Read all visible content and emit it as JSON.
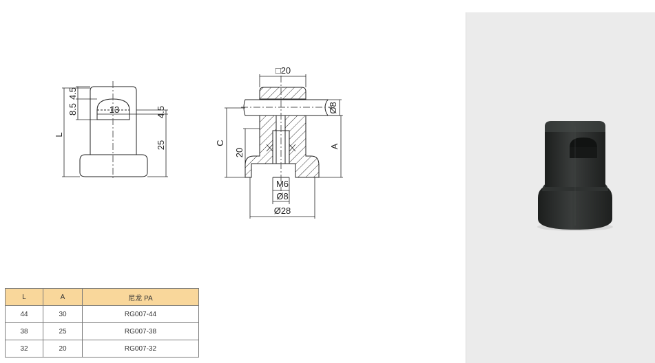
{
  "front_view": {
    "dim_l": "L",
    "dim_4_5_top": "4.5",
    "dim_8_5": "8.5",
    "dim_13": "13",
    "dim_4_5_right": "4.5",
    "dim_25": "25"
  },
  "section_view": {
    "dim_square_20": "□20",
    "dim_dia_8_right": "Ø8",
    "dim_c": "C",
    "dim_20": "20",
    "dim_a": "A",
    "dim_m6": "M6",
    "dim_dia_8_bottom": "Ø8",
    "dim_dia_28": "Ø28"
  },
  "photo": {
    "background_color": "#ebebeb",
    "product_color": "#2a2d2c"
  },
  "table": {
    "header_color": "#f9d79b",
    "headers": [
      "L",
      "A",
      "尼龙 PA"
    ],
    "rows": [
      [
        "44",
        "30",
        "RG007-44"
      ],
      [
        "38",
        "25",
        "RG007-38"
      ],
      [
        "32",
        "20",
        "RG007-32"
      ]
    ]
  }
}
